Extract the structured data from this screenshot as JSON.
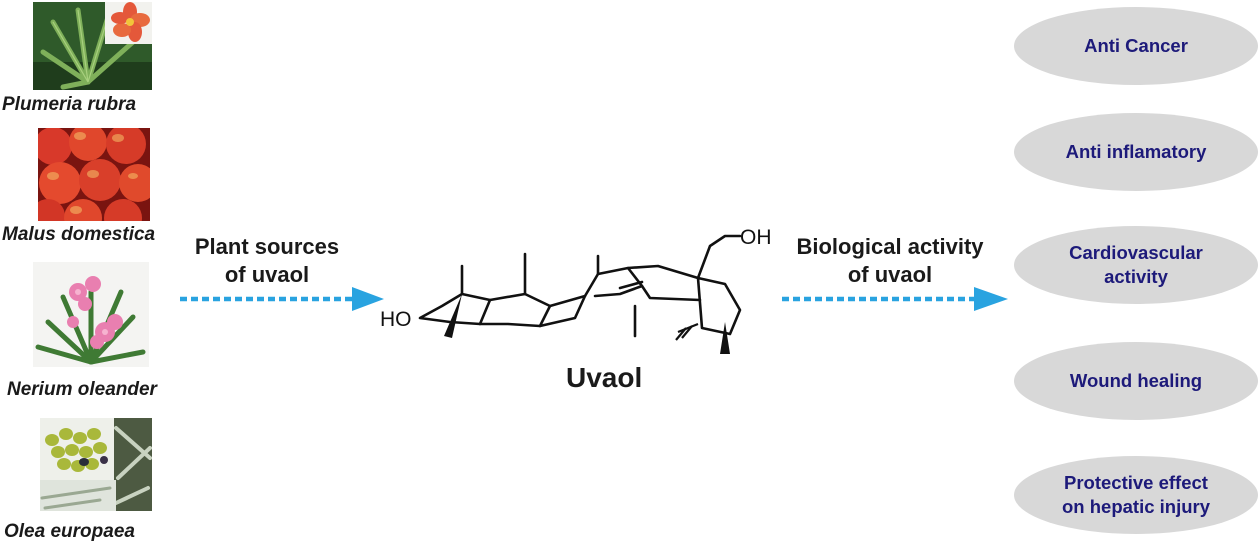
{
  "plants": [
    {
      "name": "Plumeria rubra",
      "icon": "plumeria-photo"
    },
    {
      "name": "Malus domestica",
      "icon": "apple-photo"
    },
    {
      "name": "Nerium oleander",
      "icon": "oleander-photo"
    },
    {
      "name": "Olea europaea",
      "icon": "olive-photo"
    }
  ],
  "left_flow": {
    "line1": "Plant sources",
    "line2": "of uvaol"
  },
  "right_flow": {
    "line1": "Biological activity",
    "line2": "of uvaol"
  },
  "molecule": {
    "name": "Uvaol",
    "ho_label": "HO",
    "oh_label": "OH"
  },
  "activities": [
    {
      "line1": "Anti Cancer",
      "line2": ""
    },
    {
      "line1": "Anti inflamatory",
      "line2": ""
    },
    {
      "line1": "Cardiovascular",
      "line2": "activity"
    },
    {
      "line1": "Wound healing",
      "line2": ""
    },
    {
      "line1": "Protective effect",
      "line2": "on hepatic injury"
    }
  ],
  "colors": {
    "arrow": "#29a3e0",
    "activity_fill": "#d8d8d8",
    "activity_text": "#1d1a7a"
  }
}
